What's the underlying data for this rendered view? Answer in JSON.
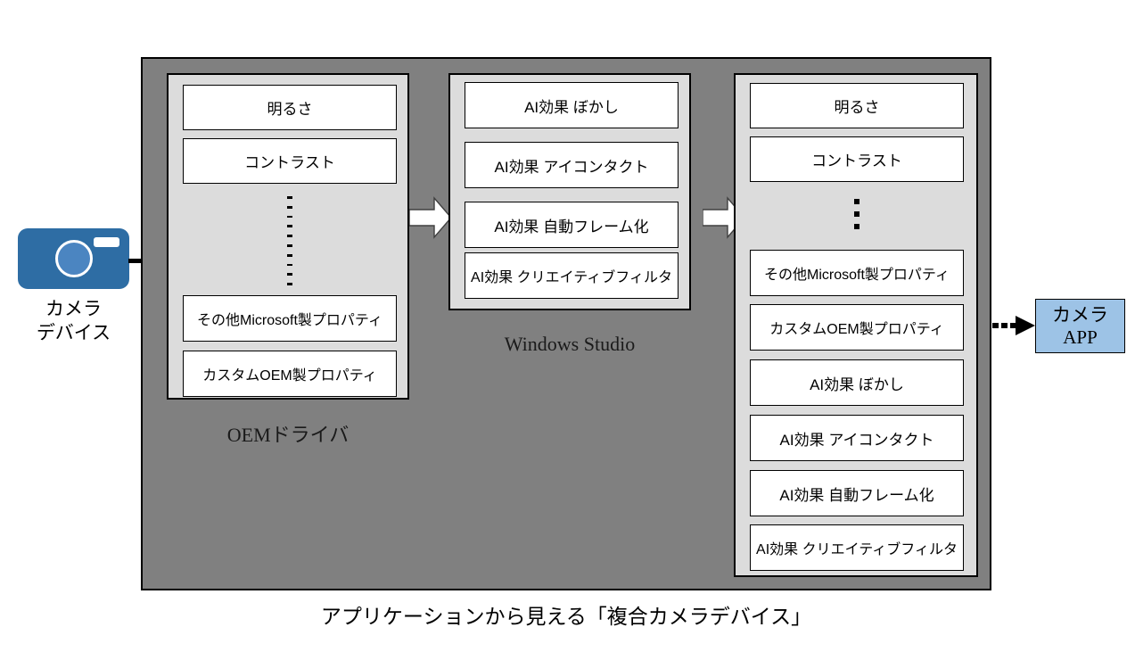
{
  "diagram": {
    "caption": "アプリケーションから見える「複合カメラデバイス」",
    "colors": {
      "composite_box": "#808080",
      "panel": "#DCDCDC",
      "property_box": "#FFFFFF",
      "camera_device": "#2E6DA4",
      "camera_app": "#9DC3E6"
    }
  },
  "camera_device": {
    "label": "カメラ\nデバイス",
    "label_line1": "カメラ",
    "label_line2": "デバイス"
  },
  "columns": [
    {
      "id": "oem-driver",
      "label": "OEMドライバ",
      "items": [
        {
          "type": "box",
          "text": "明るさ"
        },
        {
          "type": "box",
          "text": "コントラスト"
        },
        {
          "type": "dots",
          "count": 10
        },
        {
          "type": "box",
          "text": "その他Microsoft製プロパティ"
        },
        {
          "type": "box",
          "text": "カスタムOEM製プロパティ"
        }
      ]
    },
    {
      "id": "windows-studio",
      "label": "Windows Studio",
      "items": [
        {
          "type": "box",
          "text": "AI効果 ぼかし"
        },
        {
          "type": "box",
          "text": "AI効果 アイコンタクト"
        },
        {
          "type": "box",
          "text": "AI効果 自動フレーム化"
        },
        {
          "type": "box",
          "text": "AI効果 クリエイティブフィルタ"
        }
      ]
    },
    {
      "id": "composite-output",
      "label": "",
      "items": [
        {
          "type": "box",
          "text": "明るさ"
        },
        {
          "type": "box",
          "text": "コントラスト"
        },
        {
          "type": "dots",
          "count": 3
        },
        {
          "type": "box",
          "text": "その他Microsoft製プロパティ"
        },
        {
          "type": "box",
          "text": "カスタムOEM製プロパティ"
        },
        {
          "type": "box",
          "text": "AI効果 ぼかし"
        },
        {
          "type": "box",
          "text": "AI効果 アイコンタクト"
        },
        {
          "type": "box",
          "text": "AI効果 自動フレーム化"
        },
        {
          "type": "box",
          "text": "AI効果 クリエイティブフィルタ"
        }
      ]
    }
  ],
  "camera_app": {
    "line1": "カメラ",
    "line2": "APP"
  }
}
